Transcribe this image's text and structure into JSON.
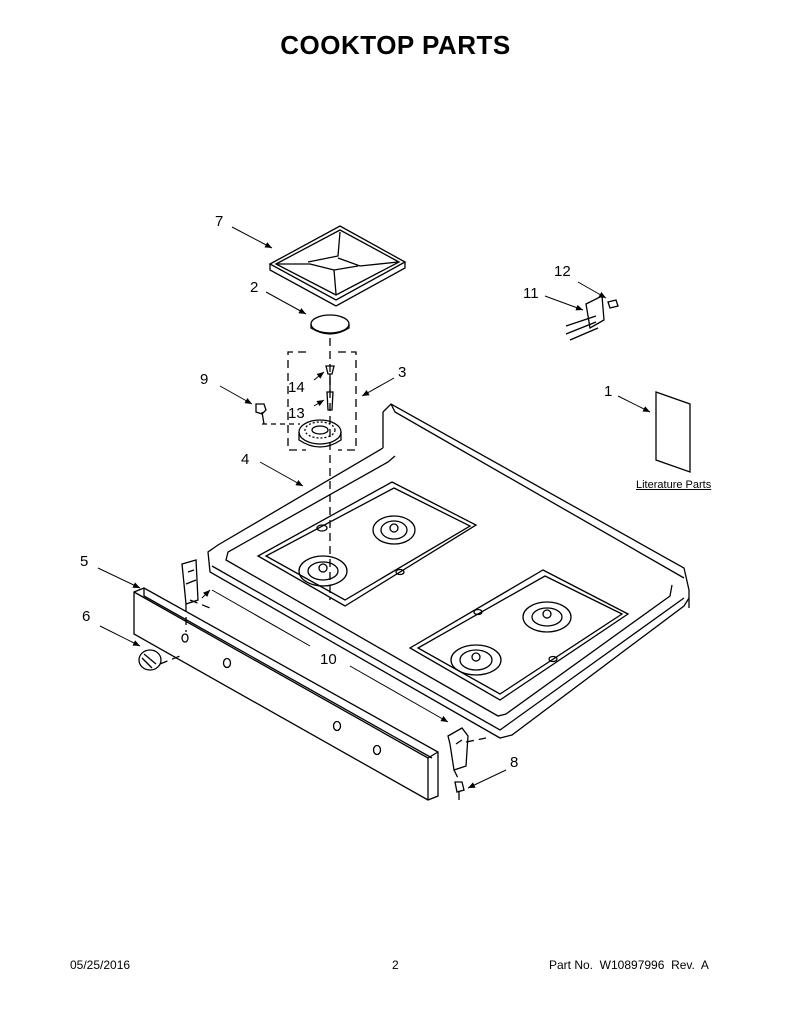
{
  "title": "COOKTOP PARTS",
  "callouts": [
    {
      "id": "1",
      "label": "1"
    },
    {
      "id": "2",
      "label": "2"
    },
    {
      "id": "3",
      "label": "3"
    },
    {
      "id": "4",
      "label": "4"
    },
    {
      "id": "5",
      "label": "5"
    },
    {
      "id": "6",
      "label": "6"
    },
    {
      "id": "7",
      "label": "7"
    },
    {
      "id": "8",
      "label": "8"
    },
    {
      "id": "9",
      "label": "9"
    },
    {
      "id": "10",
      "label": "10"
    },
    {
      "id": "11",
      "label": "11"
    },
    {
      "id": "12",
      "label": "12"
    },
    {
      "id": "13",
      "label": "13"
    },
    {
      "id": "14",
      "label": "14"
    }
  ],
  "literature_label": "Literature Parts",
  "footer": {
    "date": "05/25/2016",
    "page": "2",
    "part_no": "Part No.  W10897996  Rev.  A"
  }
}
